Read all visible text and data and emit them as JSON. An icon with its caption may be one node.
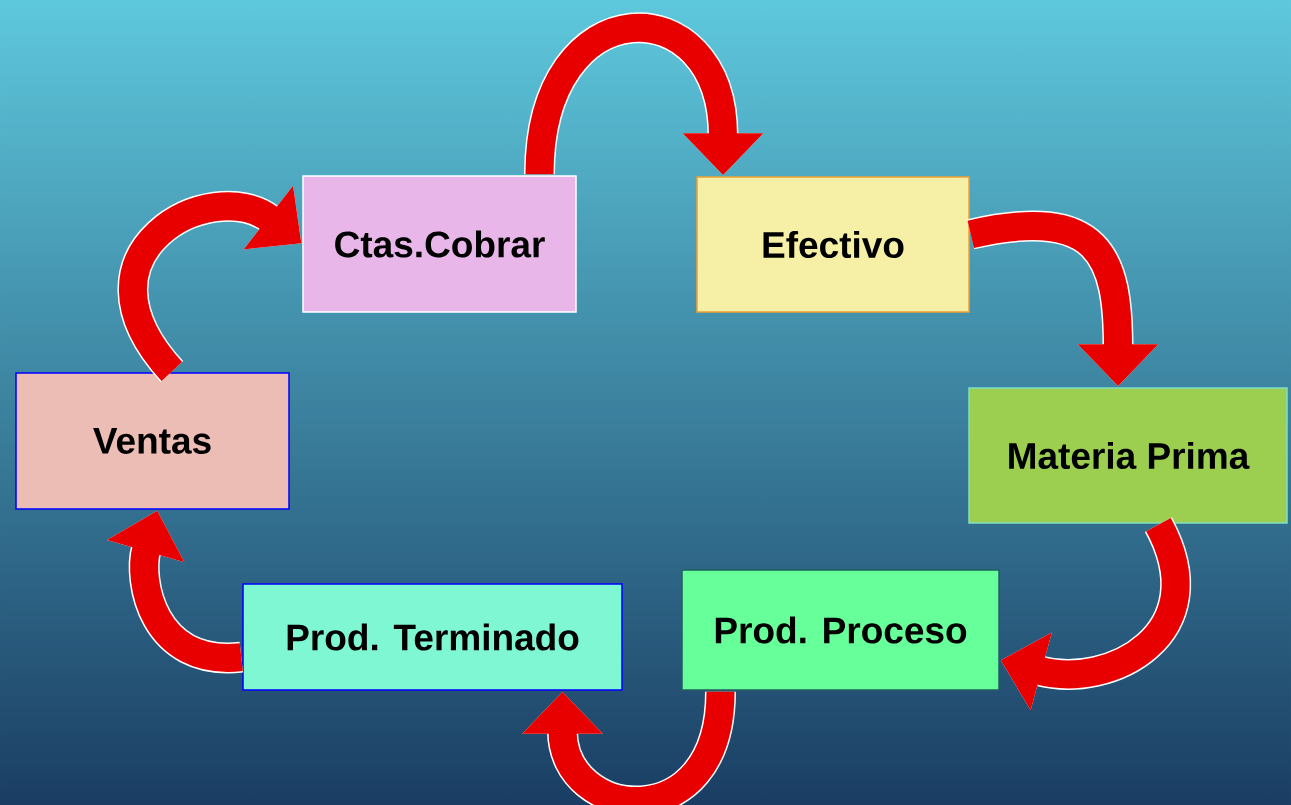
{
  "diagram": {
    "nodes": [
      {
        "text": [
          "Ctas.Cobrar"
        ]
      },
      {
        "text": [
          "Efectivo"
        ]
      },
      {
        "text": [
          "Materia Prima"
        ]
      },
      {
        "text": [
          "Prod. Proceso"
        ]
      },
      {
        "text": [
          "Prod. Terminado"
        ]
      },
      {
        "text": [
          "Ventas"
        ]
      }
    ],
    "edges": [
      {
        "from": 0,
        "to": 1,
        "arrow": "to"
      },
      {
        "from": 1,
        "to": 2,
        "arrow": "to"
      },
      {
        "from": 2,
        "to": 3,
        "arrow": "to"
      },
      {
        "from": 3,
        "to": 4,
        "arrow": "to"
      },
      {
        "from": 4,
        "to": 5,
        "arrow": "to"
      },
      {
        "from": 5,
        "to": 0,
        "arrow": "to"
      }
    ]
  }
}
